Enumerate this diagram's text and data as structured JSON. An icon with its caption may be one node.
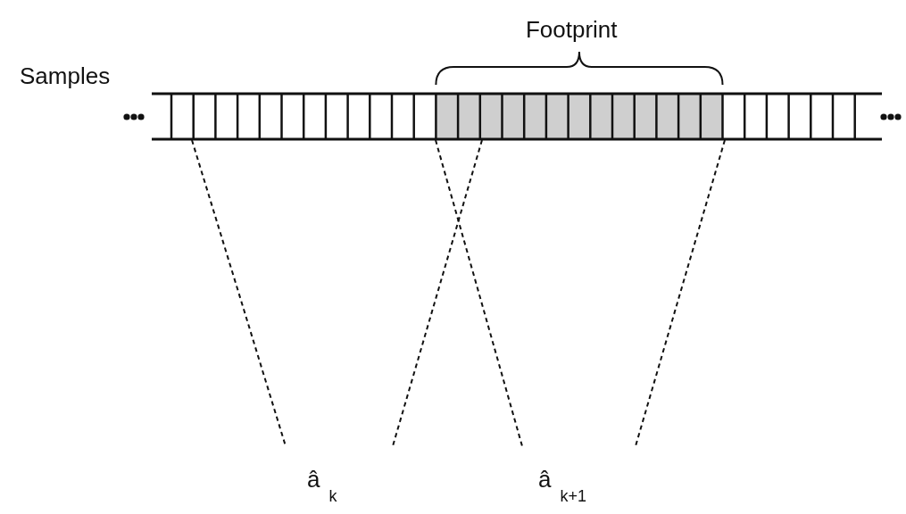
{
  "diagram": {
    "nodes": [
      {
        "text": [
          "Samples"
        ]
      },
      {
        "text": [
          "â$_{k}$"
        ]
      },
      {
        "text": [
          "â$_{k+1}$"
        ]
      }
    ],
    "edges": [
      {
        "from": 0,
        "to": 1,
        "arrow": "none",
        "style": "dashed"
      },
      {
        "from": 0,
        "to": 1,
        "arrow": "none",
        "style": "dashed"
      },
      {
        "from": 0,
        "to": 2,
        "arrow": "none",
        "style": "dashed"
      },
      {
        "from": 0,
        "to": 2,
        "arrow": "none",
        "style": "dashed"
      }
    ],
    "labels": [
      "Footprint"
    ]
  }
}
